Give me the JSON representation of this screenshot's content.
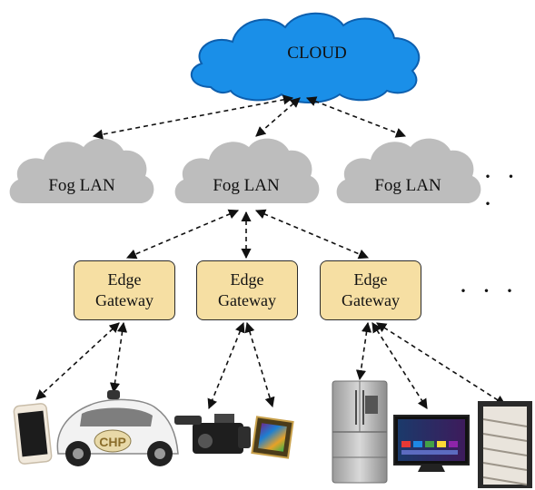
{
  "cloud": {
    "label": "CLOUD",
    "color": "#1a8fe8"
  },
  "fog": {
    "labels": [
      "Fog LAN",
      "Fog LAN",
      "Fog LAN"
    ],
    "color": "#bdbdbd"
  },
  "edge_gateways": [
    {
      "line1": "Edge",
      "line2": "Gateway"
    },
    {
      "line1": "Edge",
      "line2": "Gateway"
    },
    {
      "line1": "Edge",
      "line2": "Gateway"
    }
  ],
  "gateway_color": "#f6dfa3",
  "ellipsis": "· · ·",
  "devices": [
    {
      "icon": "smartphone-icon"
    },
    {
      "icon": "self-driving-car-icon",
      "text": "CHP"
    },
    {
      "icon": "video-camera-icon"
    },
    {
      "icon": "processor-chip-icon"
    },
    {
      "icon": "refrigerator-icon"
    },
    {
      "icon": "smart-tv-icon"
    },
    {
      "icon": "window-blinds-icon"
    }
  ]
}
